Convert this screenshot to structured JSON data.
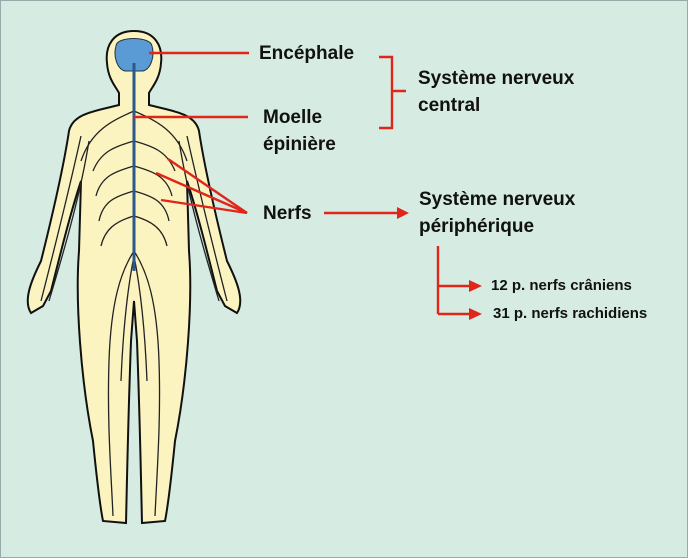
{
  "labels": {
    "encephale": "Encéphale",
    "moelle_line1": "Moelle",
    "moelle_line2": "épinière",
    "nerfs": "Nerfs",
    "snc_line1": "Système nerveux",
    "snc_line2": "central",
    "snp_line1": "Système nerveux",
    "snp_line2": "périphérique",
    "cranial": "12 p. nerfs crâniens",
    "spinal": "31 p. nerfs rachidiens"
  },
  "colors": {
    "background": "#d6ebe1",
    "body": "#fbf3c0",
    "brain": "#5b9bd5",
    "arrow": "#e0261b"
  }
}
